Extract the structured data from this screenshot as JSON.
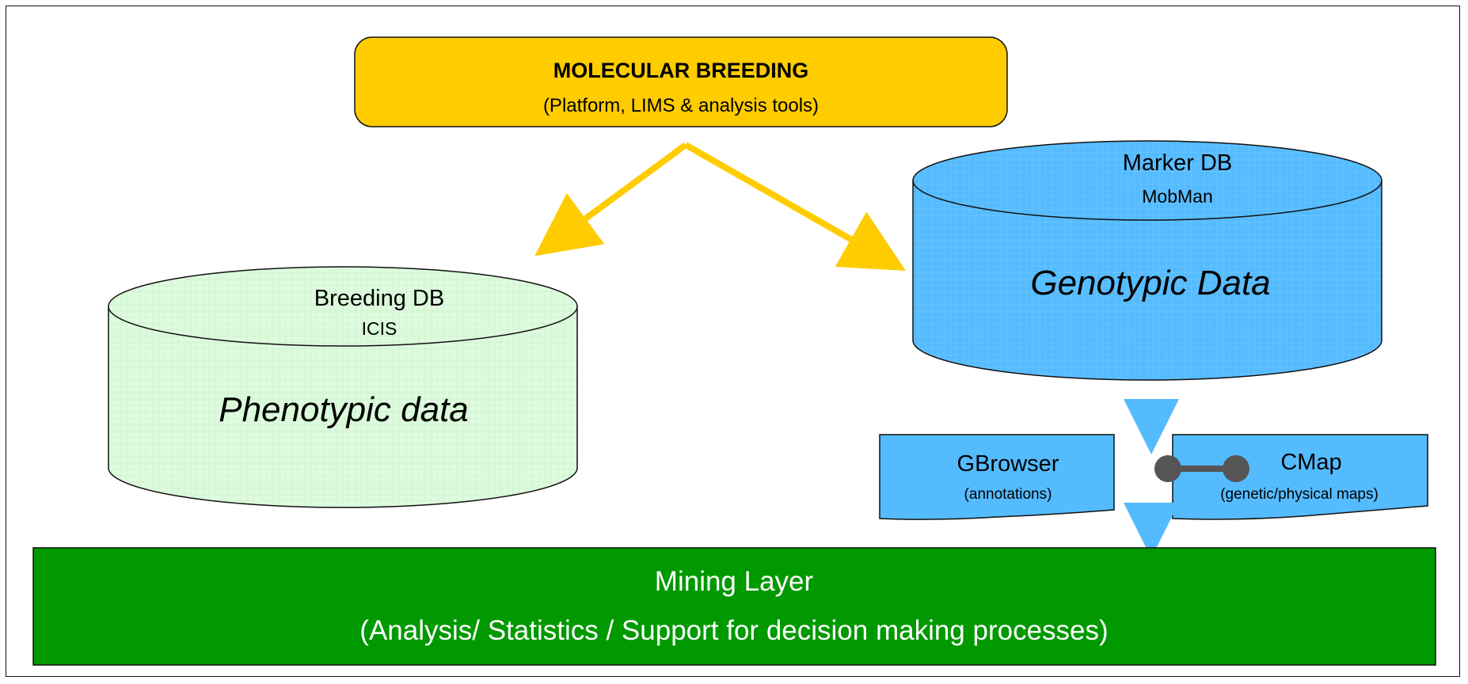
{
  "molecular_breeding": {
    "title": "MOLECULAR BREEDING",
    "subtitle": "(Platform, LIMS & analysis tools)"
  },
  "breeding_db": {
    "title": "Breeding DB",
    "system": "ICIS",
    "content": "Phenotypic data"
  },
  "marker_db": {
    "title": "Marker DB",
    "system": "MobMan",
    "content": "Genotypic Data"
  },
  "gbrowser": {
    "title": "GBrowser",
    "subtitle": "(annotations)"
  },
  "cmap": {
    "title": "CMap",
    "subtitle": "(genetic/physical maps)"
  },
  "mining_layer": {
    "title": "Mining Layer",
    "subtitle": "(Analysis/ Statistics / Support for decision making processes)"
  },
  "colors": {
    "molecular_breeding_fill": "#FFCC00",
    "breeding_db_fill": "#DDFBDD",
    "marker_db_fill": "#55BBFF",
    "tool_fill": "#55BBFF",
    "mining_layer_fill": "#009900",
    "yellow_arrow": "#FFCC00",
    "blue_arrow": "#55BBFF",
    "connector": "#555555"
  }
}
